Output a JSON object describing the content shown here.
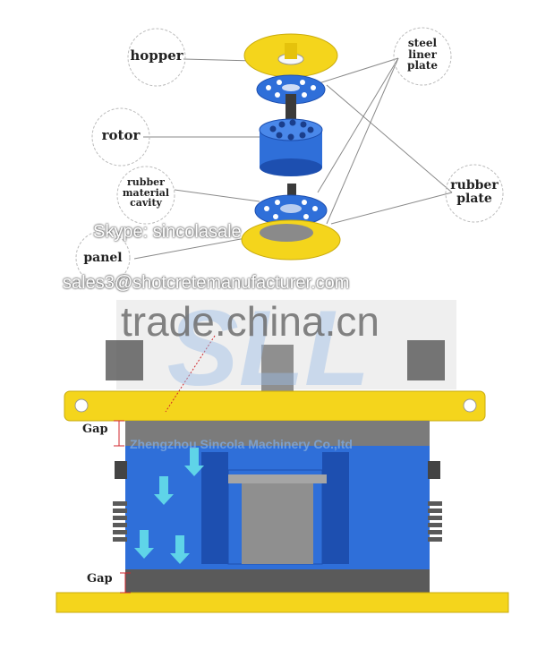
{
  "labels": {
    "hopper": "hopper",
    "rotor": "rotor",
    "rubber_material_cavity": [
      "rubber",
      "material",
      "cavity"
    ],
    "panel": "panel",
    "steel_liner_plate": [
      "steel",
      "liner",
      "plate"
    ],
    "rubber_plate": [
      "rubber",
      "plate"
    ],
    "gap_top": "Gap",
    "gap_bottom": "Gap"
  },
  "watermarks": {
    "skype": "Skype: sincolasale",
    "email": "sales3@shotcretemanufacturer.com",
    "site": "trade.china.cn",
    "logo": "SLL",
    "company": "Zhengzhou Sincola Machinery Co.,ltd"
  },
  "colors": {
    "yellow": "#f4d51c",
    "blue": "#2f6fd9",
    "dark_blue": "#1d4fb0",
    "cyan_arrow": "#5fd4e8",
    "grey": "#9a9a9a",
    "dark": "#3a3a3a",
    "leader": "#888888"
  }
}
